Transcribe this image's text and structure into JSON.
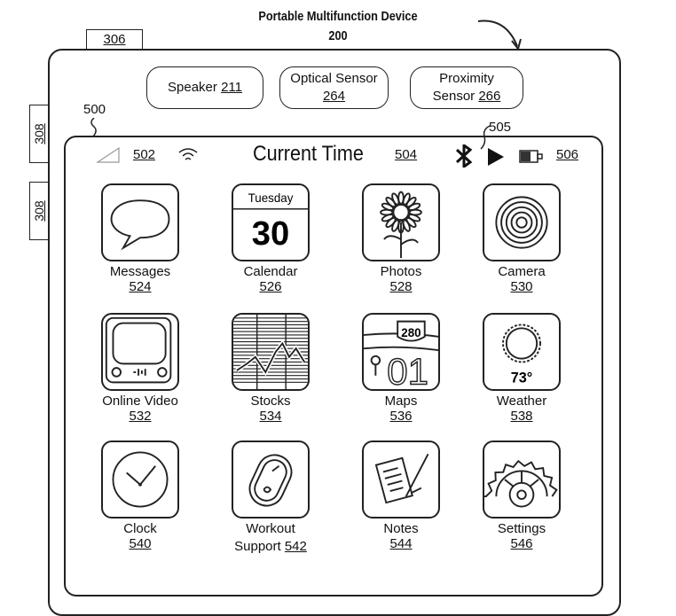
{
  "title": "Portable Multifunction Device",
  "device_ref": "200",
  "tab_ref": "306",
  "side_buttons": [
    "308",
    "308"
  ],
  "sensors": [
    {
      "label": "Speaker",
      "ref": "211"
    },
    {
      "label": "Optical Sensor",
      "ref": "264"
    },
    {
      "label": "Proximity",
      "label2": "Sensor",
      "ref": "266"
    }
  ],
  "screen_ref": "500",
  "status": {
    "signal_ref": "502",
    "time": "Current Time",
    "time_ref": "504",
    "bluetooth_ref": "505",
    "battery_ref": "506"
  },
  "apps": [
    {
      "name": "Messages",
      "ref": "524",
      "icon": "messages"
    },
    {
      "name": "Calendar",
      "ref": "526",
      "icon": "calendar",
      "day": "Tuesday",
      "date": "30"
    },
    {
      "name": "Photos",
      "ref": "528",
      "icon": "photos"
    },
    {
      "name": "Camera",
      "ref": "530",
      "icon": "camera"
    },
    {
      "name": "Online Video",
      "ref": "532",
      "icon": "video"
    },
    {
      "name": "Stocks",
      "ref": "534",
      "icon": "stocks"
    },
    {
      "name": "Maps",
      "ref": "536",
      "icon": "maps",
      "route": "280",
      "big": "01"
    },
    {
      "name": "Weather",
      "ref": "538",
      "icon": "weather",
      "temp": "73°"
    },
    {
      "name": "Clock",
      "ref": "540",
      "icon": "clock"
    },
    {
      "name": "Workout",
      "name2": "Support",
      "ref": "542",
      "icon": "workout"
    },
    {
      "name": "Notes",
      "ref": "544",
      "icon": "notes"
    },
    {
      "name": "Settings",
      "ref": "546",
      "icon": "settings"
    }
  ]
}
